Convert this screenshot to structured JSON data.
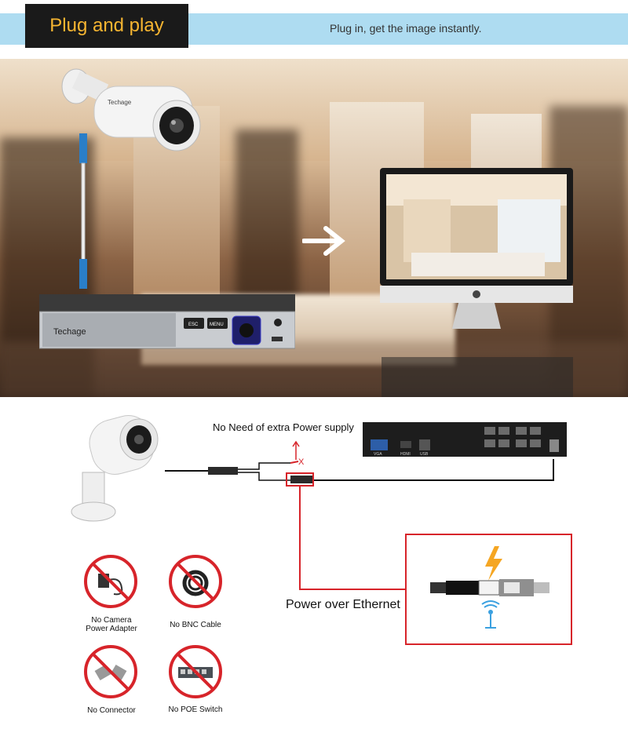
{
  "header": {
    "title": "Plug and play",
    "subtitle": "Plug in, get the image instantly."
  },
  "hero": {
    "camera_brand": "Techage",
    "dvr_brand": "Techage",
    "dvr_buttons": [
      "ESC",
      "MENU"
    ],
    "arrow_icon": "right-arrow-icon",
    "monitor_icon": "apple-logo-icon"
  },
  "diagram": {
    "no_power_caption": "No Need of extra Power supply",
    "x_mark": "X",
    "poe_caption": "Power over Ethernet",
    "nvr_port_labels": [
      "VGA",
      "HDMI",
      "USB"
    ]
  },
  "no_items": [
    {
      "line1": "No Camera",
      "line2": "Power Adapter",
      "icon": "power-adapter-icon"
    },
    {
      "line1": "No BNC Cable",
      "line2": "",
      "icon": "bnc-cable-icon"
    },
    {
      "line1": "No Connector",
      "line2": "",
      "icon": "bnc-connector-icon"
    },
    {
      "line1": "No POE Switch",
      "line2": "",
      "icon": "poe-switch-icon"
    }
  ],
  "colors": {
    "header_band": "#aedcf1",
    "header_tab": "#1a1a1a",
    "header_title": "#f7b531",
    "accent_red": "#d7242a",
    "lightning": "#f5a623",
    "signal_blue": "#3aa0e0"
  }
}
